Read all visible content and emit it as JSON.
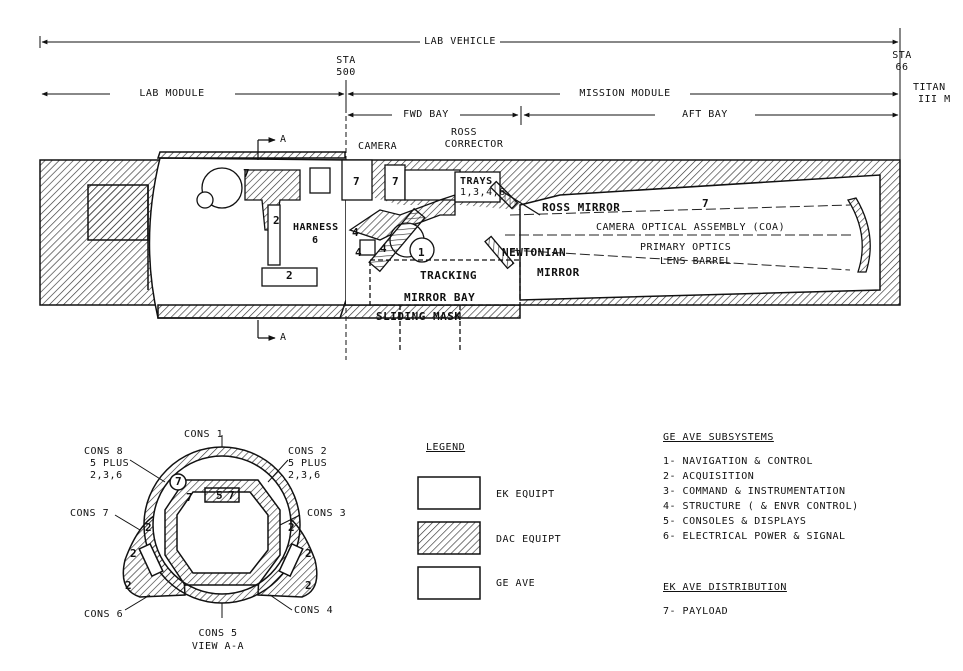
{
  "dimension_labels": {
    "lab_vehicle": "LAB VEHICLE",
    "sta_500": [
      "STA",
      "500"
    ],
    "sta_66": [
      "STA",
      "66"
    ],
    "lab_module": "LAB MODULE",
    "mission_module": "MISSION MODULE",
    "titan": [
      "TITAN",
      "III M"
    ],
    "fwd_bay": "FWD BAY",
    "aft_bay": "AFT BAY"
  },
  "section_markers": {
    "top": "A",
    "bottom": "A"
  },
  "component_labels": {
    "camera": "CAMERA",
    "ross_corrector": [
      "ROSS",
      "CORRECTOR"
    ],
    "trays": [
      "TRAYS",
      "1,3,4,6"
    ],
    "ross_mirror": "ROSS MIRROR",
    "coa": "CAMERA OPTICAL ASSEMBLY (COA)",
    "primary_optics": "PRIMARY OPTICS",
    "lens_barrel": "LENS BARREL",
    "newtonian": "NEWTONIAN",
    "mirror": "MIRROR",
    "harness": [
      "HARNESS",
      "6"
    ],
    "tracking": "TRACKING",
    "mirror_bay": "MIRROR BAY",
    "sliding_mask": "SLIDING MASK"
  },
  "numerals": [
    "7",
    "2",
    "2",
    "7",
    "7",
    "4",
    "4",
    "4",
    "1",
    "7"
  ],
  "cross_section": {
    "cons1": "CONS 1",
    "cons2": [
      "CONS 2",
      "5 PLUS",
      "2,3,6"
    ],
    "cons3": "CONS 3",
    "cons4": "CONS 4",
    "cons5": "CONS 5",
    "cons6": "CONS 6",
    "cons7": "CONS 7",
    "cons8": [
      "CONS 8",
      "5 PLUS",
      "2,3,6"
    ],
    "view": "VIEW A-A",
    "numerals": [
      "7",
      "7",
      "5",
      "7",
      "2",
      "2",
      "2",
      "2",
      "2",
      "2"
    ]
  },
  "legend": {
    "title": "LEGEND",
    "items": [
      {
        "label": "EK EQUIPT",
        "hatched": false
      },
      {
        "label": "DAC EQUIPT",
        "hatched": true
      },
      {
        "label": "GE AVE",
        "hatched": false
      }
    ]
  },
  "ge_ave": {
    "title": "GE AVE SUBSYSTEMS",
    "items": [
      "1- NAVIGATION & CONTROL",
      "2- ACQUISITION",
      "3- COMMAND & INSTRUMENTATION",
      "4- STRUCTURE ( & ENVR CONTROL)",
      "5- CONSOLES & DISPLAYS",
      "6- ELECTRICAL POWER & SIGNAL"
    ]
  },
  "ek_ave": {
    "title": "EK AVE DISTRIBUTION",
    "items": [
      "7- PAYLOAD"
    ]
  }
}
